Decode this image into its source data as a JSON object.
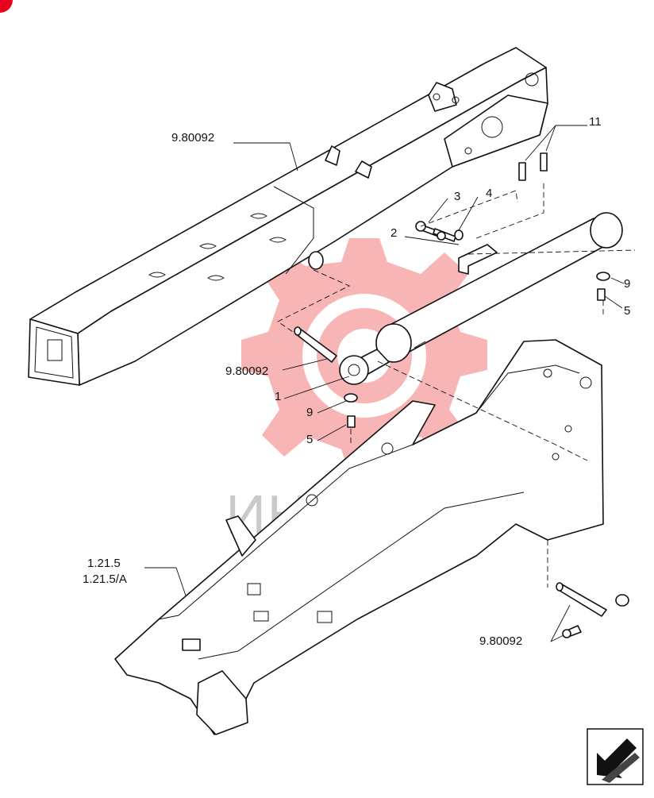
{
  "watermark": {
    "text": "ИНТЕХ",
    "color": "#f47a7a"
  },
  "labels": [
    {
      "id": "boom",
      "text": "9.80092"
    },
    {
      "id": "item-11",
      "text": "11"
    },
    {
      "id": "item-3",
      "text": "3"
    },
    {
      "id": "item-4",
      "text": "4"
    },
    {
      "id": "item-2",
      "text": "2"
    },
    {
      "id": "item-9-right",
      "text": "9"
    },
    {
      "id": "item-5-right",
      "text": "5"
    },
    {
      "id": "pin-left",
      "text": "9.80092"
    },
    {
      "id": "item-1",
      "text": "1"
    },
    {
      "id": "item-9-center",
      "text": "9"
    },
    {
      "id": "item-5-center",
      "text": "5"
    },
    {
      "id": "frame-ref-1",
      "text": "1.21.5"
    },
    {
      "id": "frame-ref-2",
      "text": "1.21.5/A"
    },
    {
      "id": "pin-bottom",
      "text": "9.80092"
    }
  ],
  "icons": {
    "corner_badge": "red-circle-icon",
    "nav_arrow": "next-page-arrow-icon"
  }
}
